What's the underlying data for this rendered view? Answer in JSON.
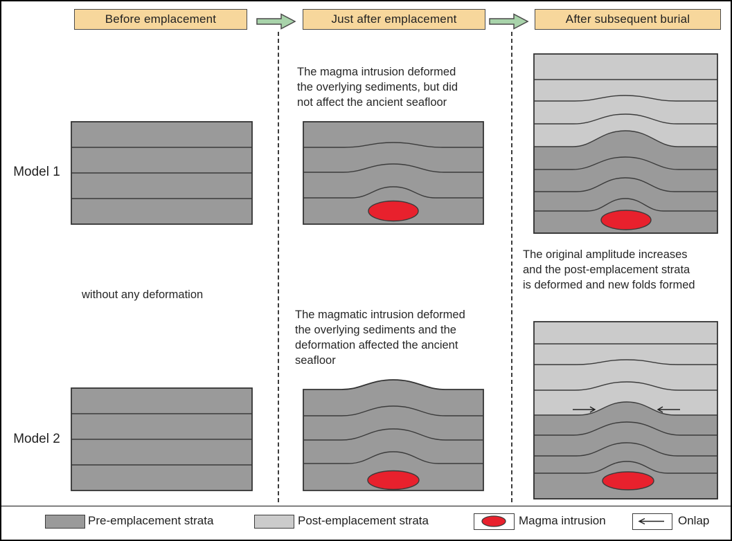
{
  "header": {
    "col1": "Before emplacement",
    "col2": "Just after emplacement",
    "col3": "After subsequent burial"
  },
  "rows": {
    "model1_label": "Model 1",
    "model2_label": "Model 2"
  },
  "annotations": {
    "model1_middle": "The magma intrusion deformed\nthe overlying sediments, but did\nnot affect the ancient seafloor",
    "column1_between": "without any deformation",
    "column3_between": "The original amplitude increases\nand the post-emplacement strata\nis deformed and new folds formed",
    "model2_middle": "The magmatic intrusion deformed\nthe overlying sediments and the\ndeformation affected the ancient\nseafloor"
  },
  "legend": {
    "items": [
      {
        "label": "Pre-emplacement strata",
        "swatch": "pre-emplacement-strata-swatch"
      },
      {
        "label": "Post-emplacement strata",
        "swatch": "post-emplacement-strata-swatch"
      },
      {
        "label": "Magma intrusion",
        "swatch": "magma-intrusion-icon"
      },
      {
        "label": "Onlap",
        "swatch": "onlap-arrow-icon"
      }
    ]
  },
  "colors": {
    "header_fill": "#f7d79c",
    "header_border": "#4a4a4a",
    "arrow_fill": "#a8d3aa",
    "arrow_stroke": "#4a4a4a",
    "pre_strata": "#9a9a9a",
    "post_strata": "#cbcbcb",
    "magma": "#e8212d",
    "stroke": "#3b3b3b",
    "text": "#2a2a2a"
  }
}
